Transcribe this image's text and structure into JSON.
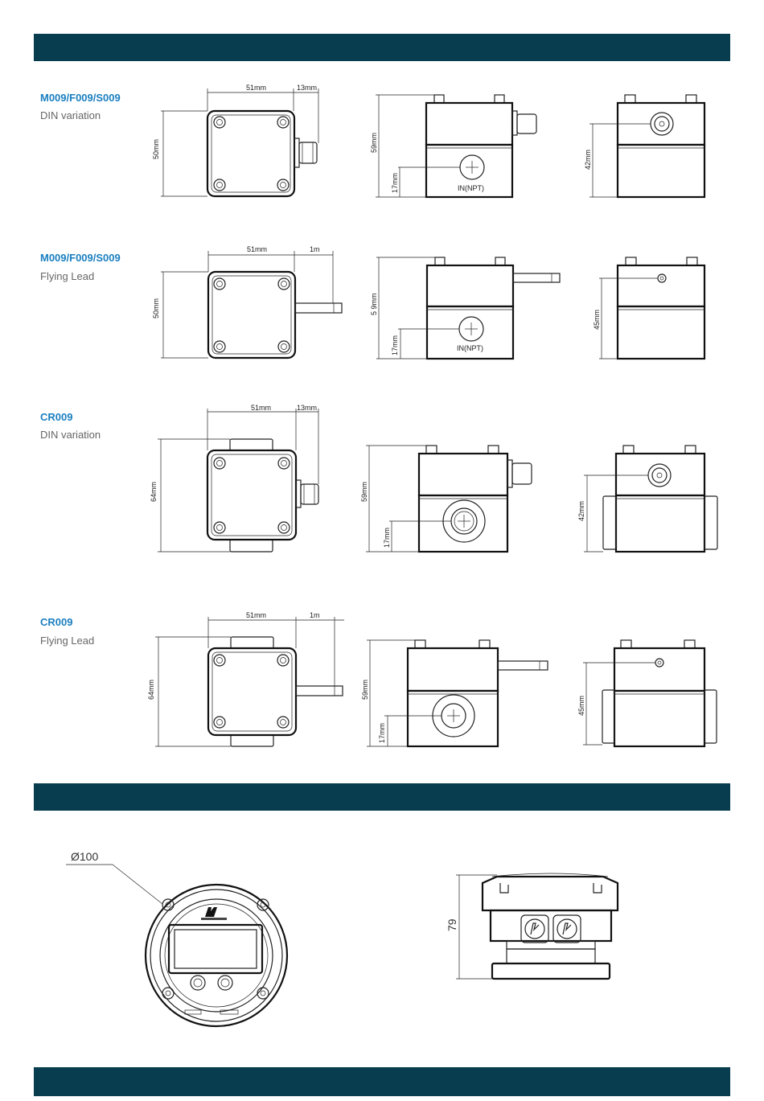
{
  "products": [
    {
      "code": "M009/F009/S009",
      "variant": "DIN variation"
    },
    {
      "code": "M009/F009/S009",
      "variant": "Flying Lead"
    },
    {
      "code": "CR009",
      "variant": "DIN variation"
    },
    {
      "code": "CR009",
      "variant": "Flying Lead"
    }
  ],
  "dims": {
    "w51": "51mm",
    "w13": "13mm",
    "w1m": "1m",
    "h50": "50mm",
    "h64": "64mm",
    "h59": "59mm",
    "h59b": "5 9mm",
    "h17": "17mm",
    "h42": "42mm",
    "h45": "45mm",
    "in_npt": "IN(NPT)",
    "dia100": "Ø100",
    "h79": "79"
  },
  "colors": {
    "band": "#083d4f",
    "product_code": "#1a7fc0"
  }
}
